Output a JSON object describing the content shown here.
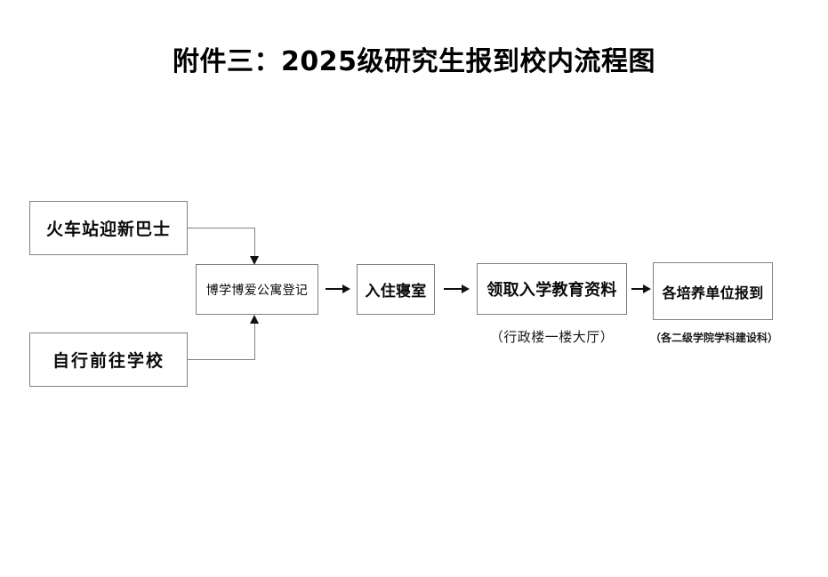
{
  "document": {
    "title": "附件三：2025级研究生报到校内流程图",
    "background_color": "#ffffff",
    "box_border_color": "#808080",
    "connector_color": "#808080",
    "arrow_color": "#111111"
  },
  "flowchart": {
    "type": "process-flow",
    "nodes": [
      {
        "id": "train",
        "label": "火车站迎新巴士",
        "column": "start",
        "row": "top"
      },
      {
        "id": "self",
        "label": "自行前往学校",
        "column": "start",
        "row": "bottom"
      },
      {
        "id": "dorm_reg",
        "label": "博学博爱公寓登记",
        "column": "step1",
        "row": "middle"
      },
      {
        "id": "checkin",
        "label": "入住寝室",
        "column": "step2",
        "row": "middle"
      },
      {
        "id": "materials",
        "label": "领取入学教育资料",
        "column": "step3",
        "row": "middle"
      },
      {
        "id": "report",
        "label": "各培养单位报到",
        "column": "step4",
        "row": "middle"
      }
    ],
    "captions": [
      {
        "for": "materials",
        "text": "（行政楼一楼大厅）"
      },
      {
        "for": "report",
        "text": "（各二级学院学科建设科）"
      }
    ],
    "edges": [
      {
        "from": "train",
        "to": "dorm_reg",
        "style": "elbow-down",
        "arrow": "down"
      },
      {
        "from": "self",
        "to": "dorm_reg",
        "style": "elbow-up",
        "arrow": "up"
      },
      {
        "from": "dorm_reg",
        "to": "checkin",
        "style": "straight",
        "arrow": "right"
      },
      {
        "from": "checkin",
        "to": "materials",
        "style": "straight",
        "arrow": "right"
      },
      {
        "from": "materials",
        "to": "report",
        "style": "straight",
        "arrow": "right"
      }
    ]
  }
}
